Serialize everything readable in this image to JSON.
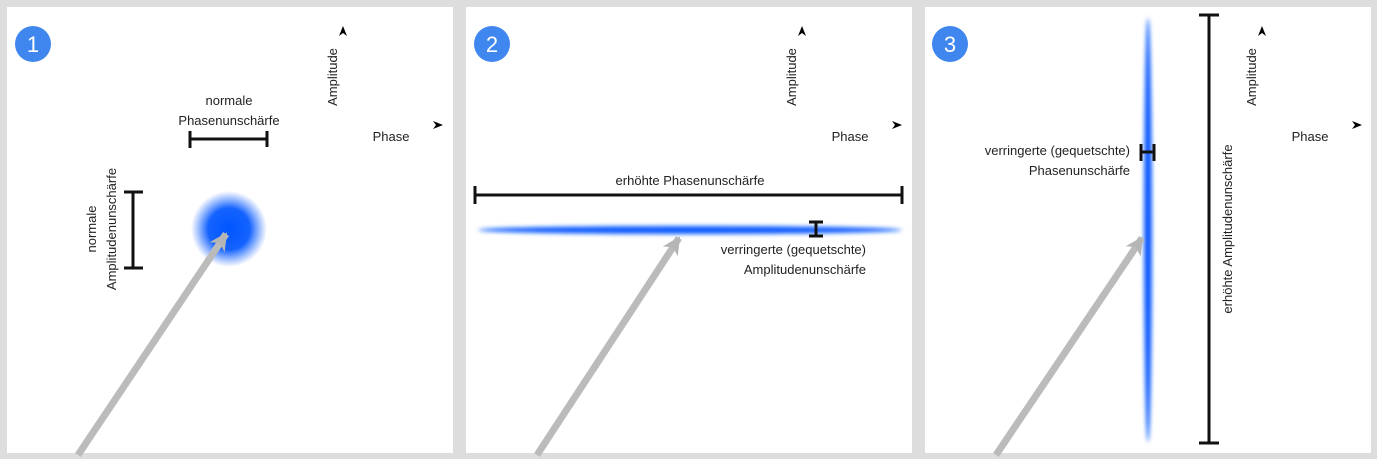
{
  "colors": {
    "background": "#dddddd",
    "panel": "#ffffff",
    "badge": "#3f86ee",
    "blob": "#0055ff",
    "arrow": "#bbbbbb",
    "bar": "#111111"
  },
  "axes": {
    "amplitude_label": "Amplitude",
    "phase_label": "Phase"
  },
  "panels": [
    {
      "number": "1",
      "phase_label_line1": "normale",
      "phase_label_line2": "Phasenunschärfe",
      "amp_label_line1": "normale",
      "amp_label_line2": "Amplitudenunschärfe"
    },
    {
      "number": "2",
      "phase_label": "erhöhte Phasenunschärfe",
      "amp_label_line1": "verringerte (gequetschte)",
      "amp_label_line2": "Amplitudenunschärfe"
    },
    {
      "number": "3",
      "phase_label_line1": "verringerte (gequetschte)",
      "phase_label_line2": "Phasenunschärfe",
      "amp_label": "erhöhte Amplitudenunschärfe"
    }
  ]
}
